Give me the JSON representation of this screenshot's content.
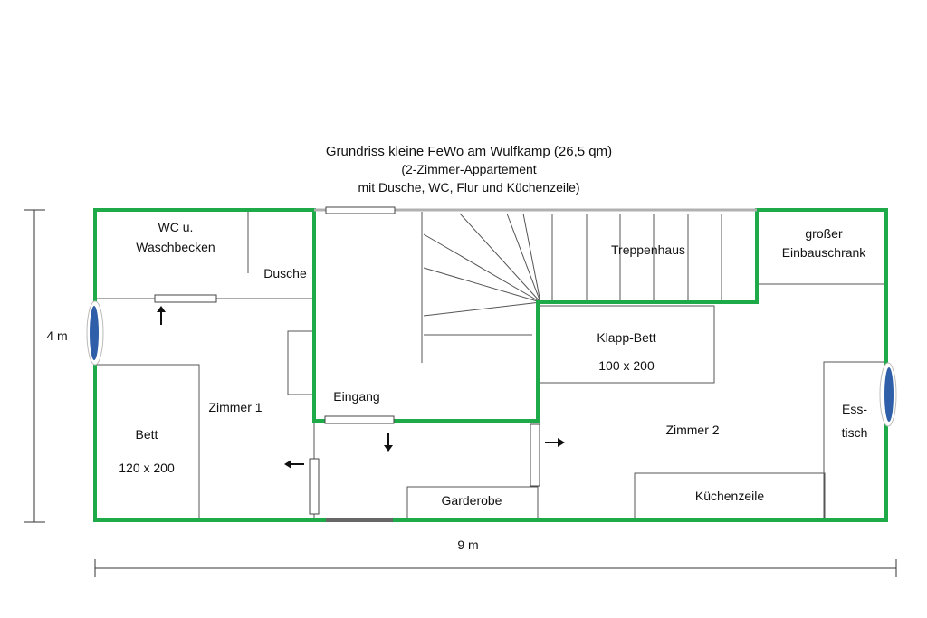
{
  "title": {
    "line1": "Grundriss kleine FeWo am Wulfkamp (26,5 qm)",
    "line2": "(2-Zimmer-Appartement",
    "line3": "mit Dusche, WC, Flur und Küchenzeile)"
  },
  "dimensions": {
    "height": "4 m",
    "width": "9 m"
  },
  "rooms": {
    "wc_line1": "WC u.",
    "wc_line2": "Waschbecken",
    "dusche": "Dusche",
    "treppenhaus": "Treppenhaus",
    "schrank_line1": "großer",
    "schrank_line2": "Einbauschrank",
    "klappbett": "Klapp-Bett",
    "klappbett_size": "100 x 200",
    "zimmer1": "Zimmer 1",
    "bett": "Bett",
    "bett_size": "120 x 200",
    "eingang": "Eingang",
    "zimmer2": "Zimmer 2",
    "esstisch_line1": "Ess-",
    "esstisch_line2": "tisch",
    "kuechenzeile": "Küchenzeile",
    "garderobe": "Garderobe"
  },
  "colors": {
    "walls": "#1faa4a",
    "lines": "#555555",
    "window": "#2f5fa8"
  }
}
